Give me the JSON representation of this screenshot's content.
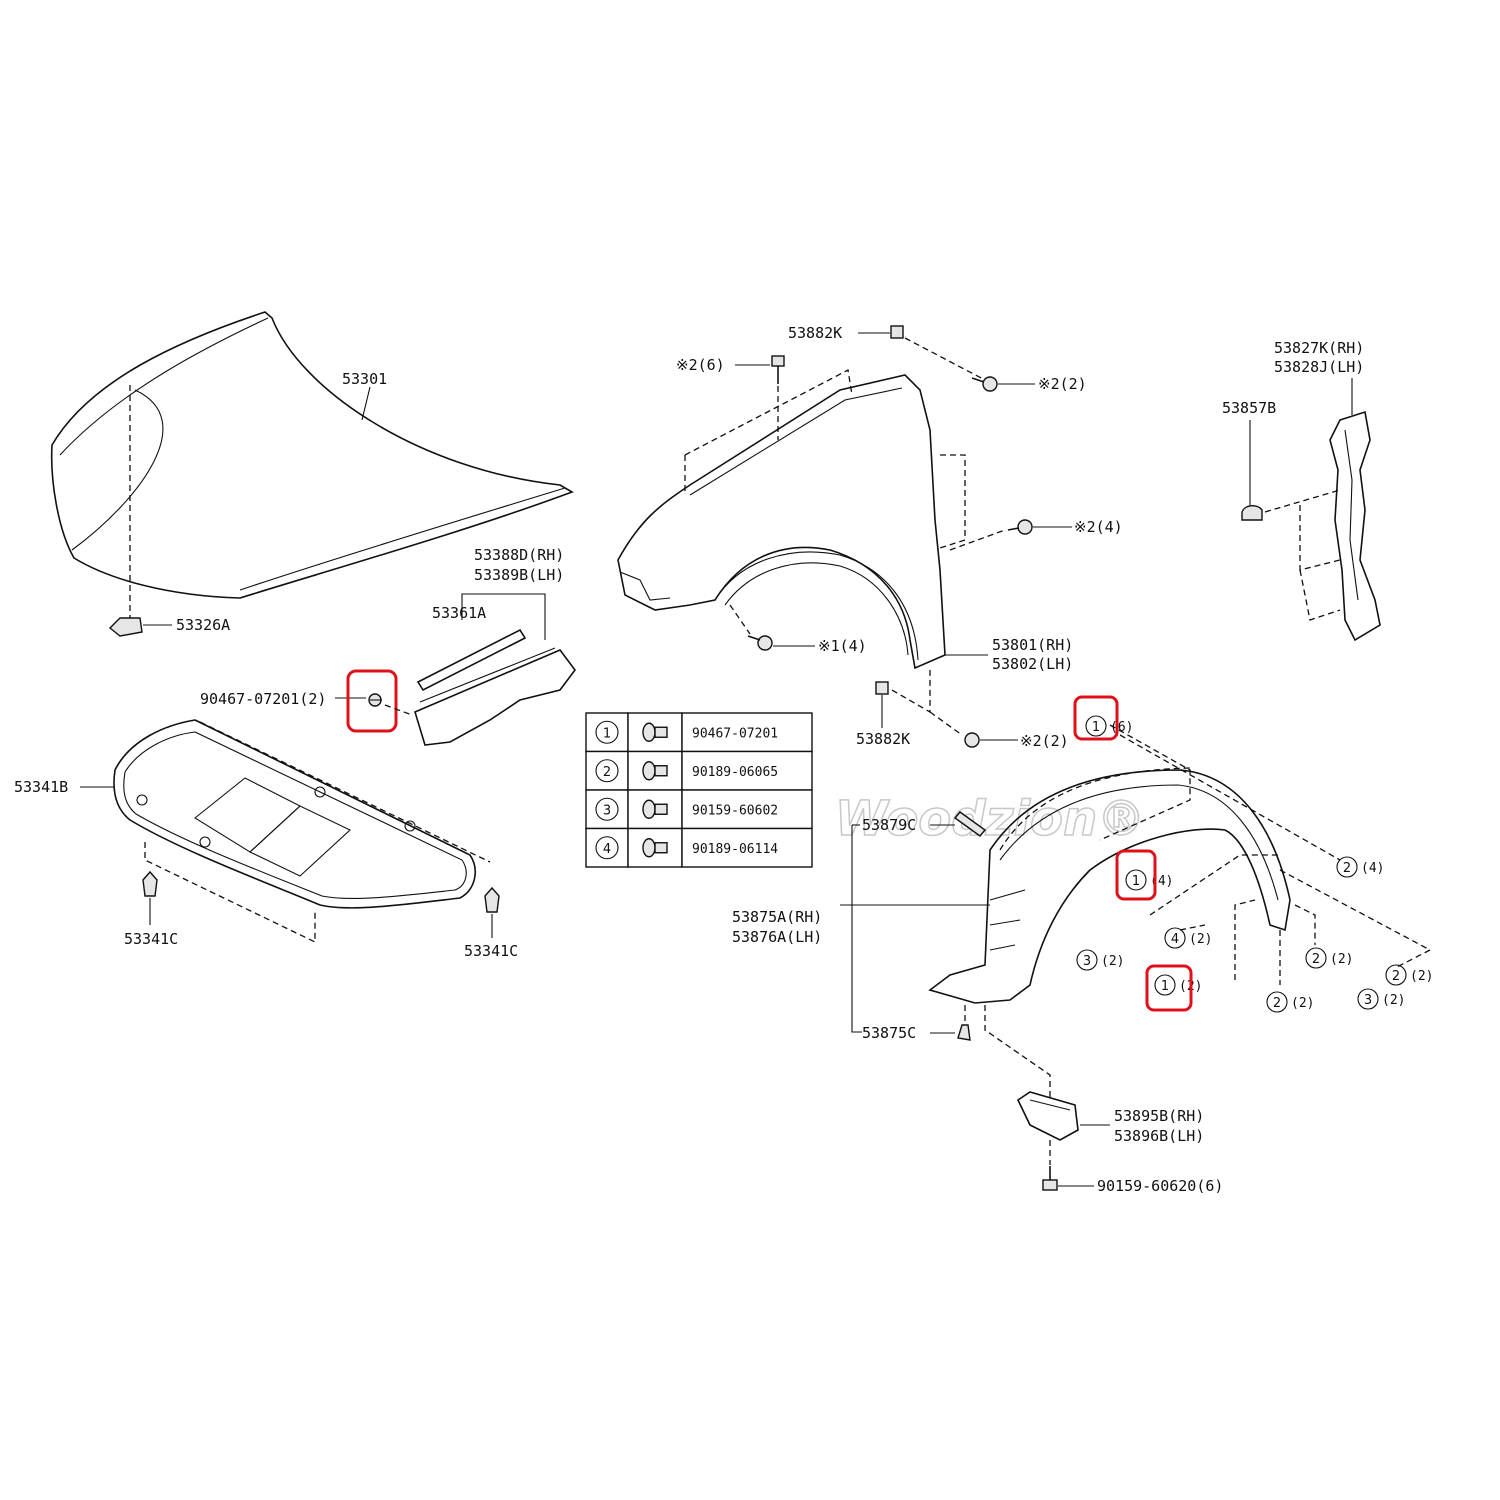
{
  "watermark": "Woodzion®",
  "labels": {
    "hood": "53301",
    "hood_clip": "53326A",
    "seal_rh_lh_1": "53388D(RH)",
    "seal_rh_lh_2": "53389B(LH)",
    "seal_strip": "53361A",
    "fastener_left": "90467-07201(2)",
    "insulator": "53341B",
    "insulator_clip_left": "53341C",
    "insulator_clip_right": "53341C",
    "fender_nut_top": "53882K",
    "bolt_top_left": "※2(6)",
    "bolt_top_right": "※2(2)",
    "bolt_mid_right": "※2(4)",
    "bolt_bottom": "※1(4)",
    "fender_1": "53801(RH)",
    "fender_2": "53802(LH)",
    "fender_nut_bottom": "53882K",
    "bolt_lower_right": "※2(2)",
    "bracket_1": "53827K(RH)",
    "bracket_2": "53828J(LH)",
    "bracket_clip": "53857B",
    "liner_seal": "53879C",
    "liner_1": "53875A(RH)",
    "liner_2": "53876A(LH)",
    "liner_clip": "53875C",
    "splash_1": "53895B(RH)",
    "splash_2": "53896B(LH)",
    "screw_bottom": "90159-60620(6)"
  },
  "callouts": [
    {
      "num": "1",
      "qty": "(6)"
    },
    {
      "num": "1",
      "qty": "(4)"
    },
    {
      "num": "2",
      "qty": "(4)"
    },
    {
      "num": "4",
      "qty": "(2)"
    },
    {
      "num": "3",
      "qty": "(2)"
    },
    {
      "num": "2",
      "qty": "(2)"
    },
    {
      "num": "2",
      "qty": "(2)"
    },
    {
      "num": "1",
      "qty": "(2)"
    },
    {
      "num": "2",
      "qty": "(2)"
    },
    {
      "num": "3",
      "qty": "(2)"
    }
  ],
  "legend": [
    {
      "num": "1",
      "part": "90467-07201",
      "icon": "push-clip-icon"
    },
    {
      "num": "2",
      "part": "90189-06065",
      "icon": "clip-icon"
    },
    {
      "num": "3",
      "part": "90159-60602",
      "icon": "screw-icon"
    },
    {
      "num": "4",
      "part": "90189-06114",
      "icon": "clip-icon"
    }
  ],
  "highlight_color": "#e0101a"
}
